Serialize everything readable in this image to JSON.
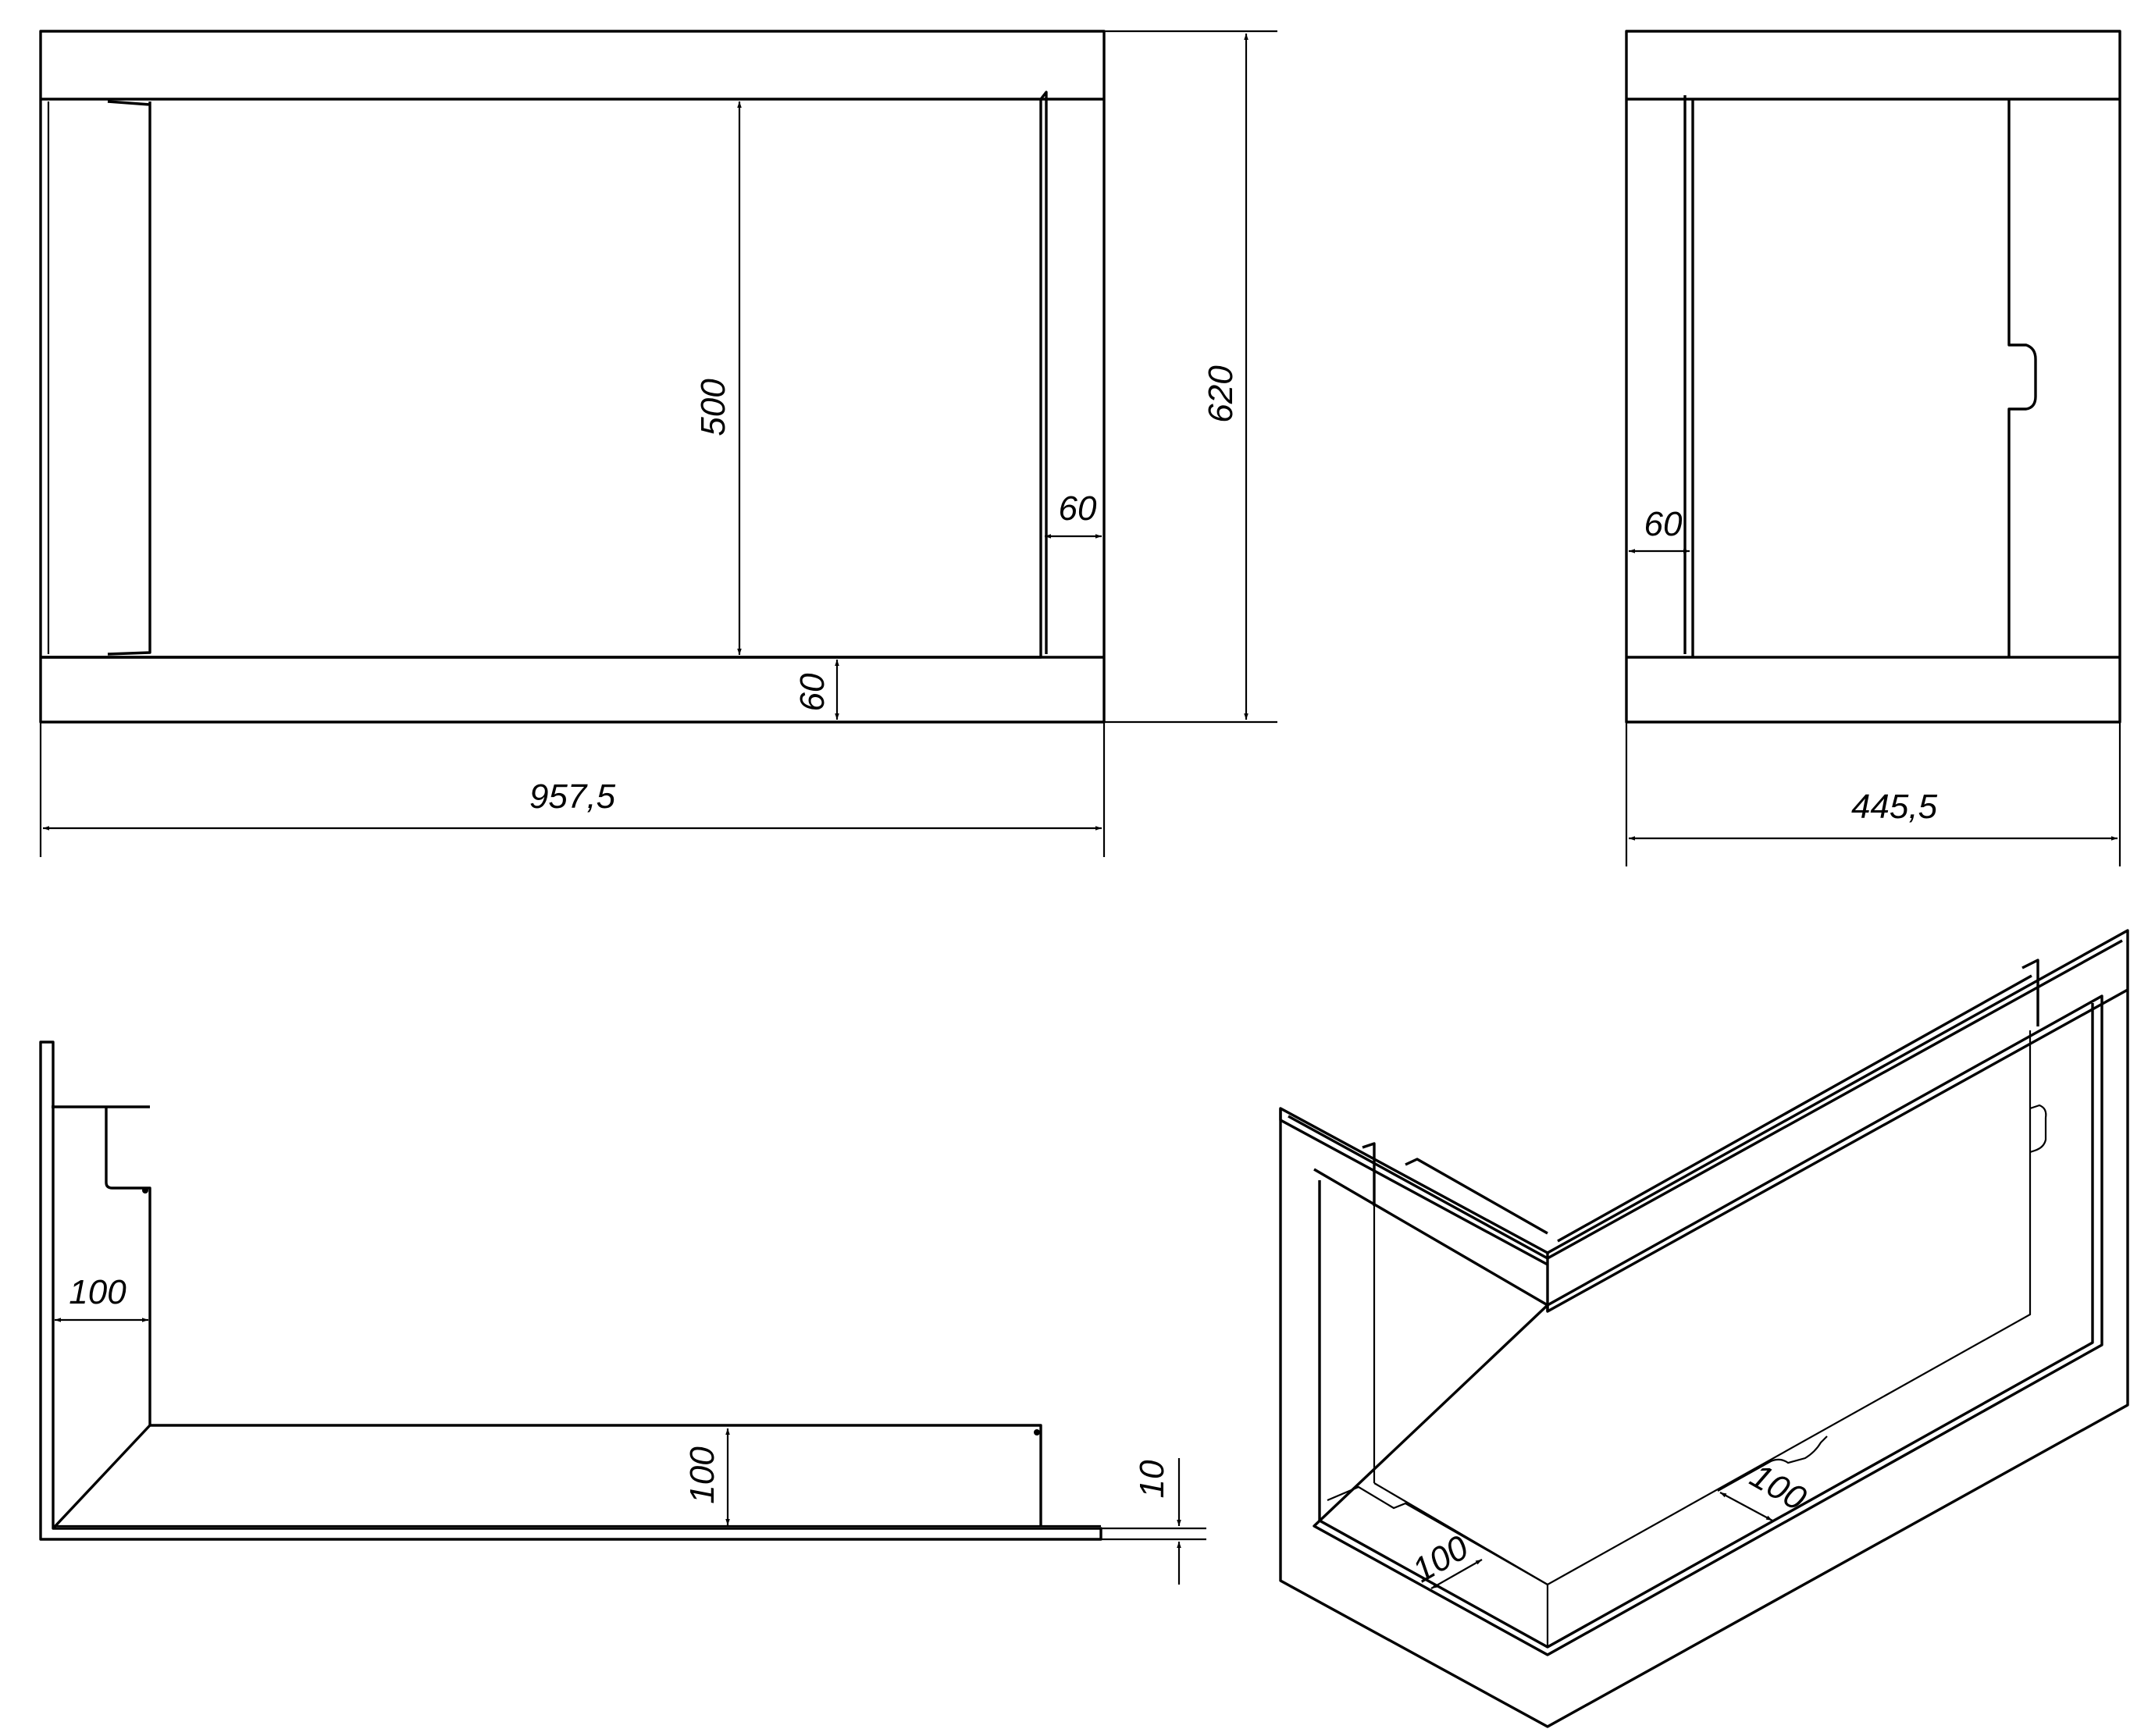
{
  "dimensions": {
    "front_width": "957,5",
    "front_height_total": "620",
    "front_opening_height": "500",
    "front_side_frame": "60",
    "front_bottom_frame": "60",
    "side_width": "445,5",
    "side_frame": "60",
    "plan_depth_left": "100",
    "plan_depth_front": "100",
    "plan_sheet": "10",
    "iso_depth_left": "100",
    "iso_depth_right": "100"
  }
}
